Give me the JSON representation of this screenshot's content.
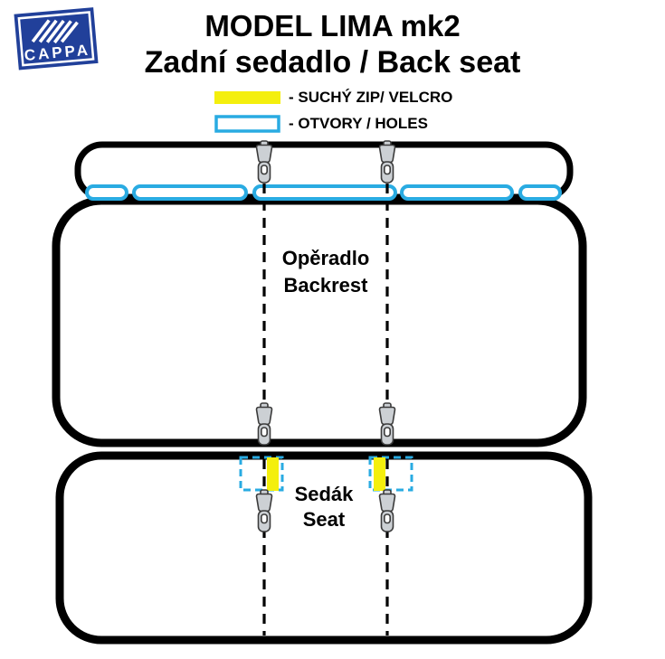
{
  "logo": {
    "text": "CAPPA"
  },
  "header": {
    "title": "MODEL LIMA mk2",
    "subtitle": "Zadní sedadlo / Back seat"
  },
  "legend": {
    "velcro_label": "- SUCHÝ ZIP/ VELCRO",
    "holes_label": "- OTVORY / HOLES"
  },
  "diagram": {
    "backrest_label_cs": "Opěradlo",
    "backrest_label_en": "Backrest",
    "seat_label_cs": "Sedák",
    "seat_label_en": "Seat"
  },
  "colors": {
    "velcro_yellow": "#f4ef0d",
    "holes_cyan": "#29abe2",
    "outline_black": "#000000",
    "logo_blue": "#21409a"
  }
}
